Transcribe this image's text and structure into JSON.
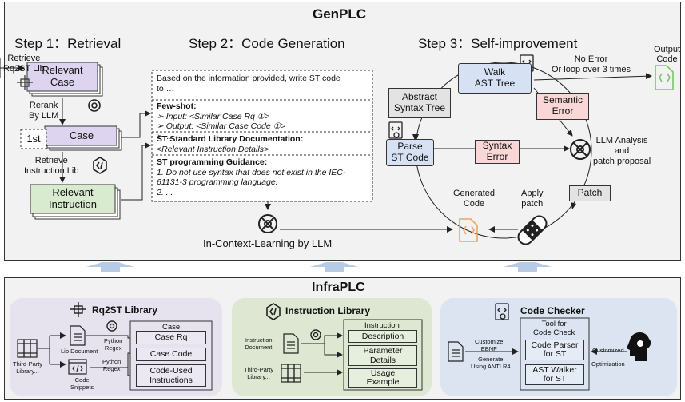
{
  "genplc": {
    "title": "GenPLC",
    "step1": "Step 1：Retrieval",
    "step2": "Step 2：Code Generation",
    "step3": "Step 3：Self-improvement",
    "retrieve_rq2st": [
      "Retrieve",
      "Rq2ST Lib"
    ],
    "relevant_case": [
      "Relevant",
      "Case"
    ],
    "rerank": [
      "Rerank",
      "By LLM"
    ],
    "first": "1st",
    "case": "Case",
    "retrieve_instr": [
      "Retrieve",
      "Instruction Lib"
    ],
    "relevant_instruction": [
      "Relevant",
      "Instruction"
    ],
    "prompt_intro": [
      "Based on the information provided, write ST code",
      "to …"
    ],
    "fewshot_title": "Few-shot:",
    "fewshot_input": "Input: <Similar Case Rq ①>",
    "fewshot_output": "Output: <Similar Case Code ①>",
    "fewshot_more": "…",
    "stdlib_title": "ST Standard Library Documentation:",
    "stdlib_detail": "<Relevant Instruction Details>",
    "guidance_title": "ST programming Guidance:",
    "guidance_1": [
      "1. Do not use syntax that does not exist in the IEC-",
      "61131-3 programming language."
    ],
    "guidance_2": "2. ...",
    "icl_label": "In-Context-Learning by LLM",
    "walk_ast": [
      "Walk",
      "AST Tree"
    ],
    "abstract_syntax_tree": [
      "Abstract",
      "Syntax Tree"
    ],
    "parse_st": [
      "Parse",
      "ST Code"
    ],
    "semantic_error": [
      "Semantic",
      "Error"
    ],
    "syntax_error": [
      "Syntax",
      "Error"
    ],
    "no_error": [
      "No Error",
      "Or loop over 3 times"
    ],
    "output_code": [
      "Output",
      "Code"
    ],
    "llm_analysis": [
      "LLM Analysis",
      "and",
      "patch proposal"
    ],
    "patch": "Patch",
    "apply_patch": [
      "Apply",
      "patch"
    ],
    "generated_code": [
      "Generated",
      "Code"
    ]
  },
  "infraplc": {
    "title": "InfraPLC",
    "rq2st_title": "Rq2ST Library",
    "third_party": [
      "Third-Party",
      "Library..."
    ],
    "lib_document": "Lib Document",
    "code_snippets": [
      "Code",
      "Snippets"
    ],
    "python_regex": [
      "Python",
      "Regex"
    ],
    "rq_case_header": "Case",
    "case_rq": "Case Rq",
    "case_code": "Case Code",
    "code_used": [
      "Code-Used",
      "Instructions"
    ],
    "instr_title": "Instruction Library",
    "instruction_document": [
      "Instruction",
      "Document"
    ],
    "third_party2": [
      "Third-Party",
      "Library..."
    ],
    "instr_header": "Instruction",
    "description": "Description",
    "parameter_details": [
      "Parameter",
      "Details"
    ],
    "usage_example": [
      "Usage",
      "Example"
    ],
    "checker_title": "Code Checker",
    "customize_ebnf": [
      "Customize",
      "EBNF"
    ],
    "generate_antlr": [
      "Generate",
      "Using ANTLR4"
    ],
    "tool_header": [
      "Tool for",
      "Code Check"
    ],
    "code_parser": [
      "Code Parser",
      "for ST"
    ],
    "ast_walker": [
      "AST Walker",
      "for ST"
    ],
    "customized_opt": [
      "Customized",
      "Optimization"
    ]
  }
}
